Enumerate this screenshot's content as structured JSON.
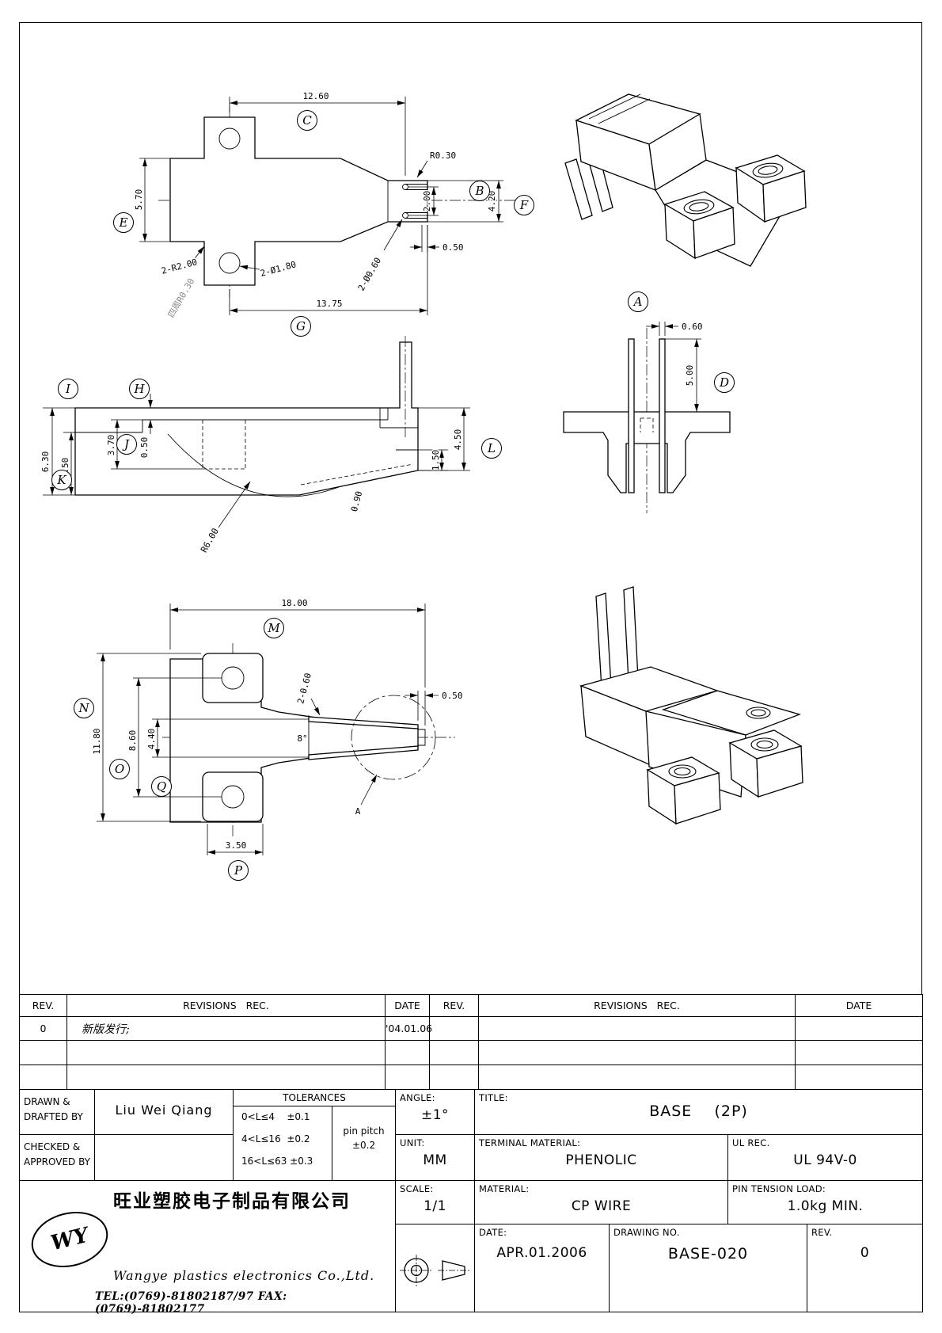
{
  "drawing": {
    "top_view": {
      "balloon_c": "C",
      "balloon_b": "B",
      "balloon_e": "E",
      "balloon_f": "F",
      "balloon_g": "G",
      "dim_overall_width": "12.60",
      "dim_body_height": "5.70",
      "note_nose_radius": "R0.30",
      "dim_pin_spacing": "2.00",
      "dim_nose_height": "4.20",
      "dim_pin_offset": "0.50",
      "dim_overall_length": "13.75",
      "note_corner_radius": "2-R2.00",
      "note_hole_diameter": "2-Ø1.80",
      "note_pin_diameter": "2-Ø0.60",
      "note_fillet_all_around": "四周R0.30"
    },
    "iso_top": {
      "balloon_a": "A"
    },
    "section_view": {
      "balloon_i": "I",
      "balloon_h": "H",
      "balloon_j": "J",
      "balloon_k": "K",
      "balloon_l": "L",
      "dim_total_height": "6.30",
      "dim_left_height": "4.50",
      "dim_inner_height": "3.70",
      "dim_top_ledge": "0.50",
      "dim_right_step": "1.50",
      "dim_right_height": "4.50",
      "note_radius": "R6.00",
      "dim_slope": "0.90"
    },
    "front_view": {
      "balloon_d": "D",
      "dim_pin_width": "0.60",
      "dim_pin_length": "5.00"
    },
    "bottom_view": {
      "balloon_m": "M",
      "balloon_n": "N",
      "balloon_o": "O",
      "balloon_q": "Q",
      "balloon_p": "P",
      "dim_overall_width": "18.00",
      "dim_overall_height": "11.80",
      "dim_hole_spacing": "8.60",
      "dim_pin_spacing": "4.40",
      "note_pin_width": "2-0.60",
      "dim_tip_offset": "0.50",
      "dim_pin_angle": "8°",
      "detail_label": "A",
      "dim_boss_width": "3.50"
    }
  },
  "revision_table": {
    "header_rev": "REV.",
    "header_revisions": "REVISIONS   REC.",
    "header_date": "DATE",
    "rows": [
      {
        "rev": "0",
        "desc": "新版发行;",
        "date": "'04.01.06"
      }
    ]
  },
  "title_block": {
    "drawn_label": "DRAWN &\nDRAFTED BY",
    "drawn_value": "Liu Wei Qiang",
    "checked_label": "CHECKED &\nAPPROVED BY",
    "tolerances_title": "TOLERANCES",
    "tol_row_1": "0<L≤4    ±0.1",
    "tol_row_2": "4<L≤16  ±0.2",
    "tol_row_3": "16<L≤63 ±0.3",
    "pin_pitch_label": "pin pitch",
    "pin_pitch_value": "±0.2",
    "angle_label": "ANGLE:",
    "angle_value": "±1°",
    "unit_label": "UNIT:",
    "unit_value": "MM",
    "scale_label": "SCALE:",
    "scale_value": "1/1",
    "title_label": "TITLE:",
    "title_value": "BASE    (2P)",
    "terminal_label": "TERMINAL MATERIAL:",
    "terminal_value": "PHENOLIC",
    "ul_label": "UL REC.",
    "ul_value": "UL 94V-0",
    "material_label": "MATERIAL:",
    "material_value": "CP WIRE",
    "pin_tension_label": "PIN TENSION LOAD:",
    "pin_tension_value": "1.0kg MIN.",
    "date_label": "DATE:",
    "date_value": "APR.01.2006",
    "drawing_no_label": "DRAWING NO.",
    "drawing_no_value": "BASE-020",
    "rev_label": "REV.",
    "rev_value": "0"
  },
  "company": {
    "logo_text": "WY",
    "name_cn": "旺业塑胶电子制品有限公司",
    "name_en": "Wangye plastics electronics Co.,Ltd.",
    "contact": "TEL:(0769)-81802187/97   FAX:(0769)-81802177"
  }
}
